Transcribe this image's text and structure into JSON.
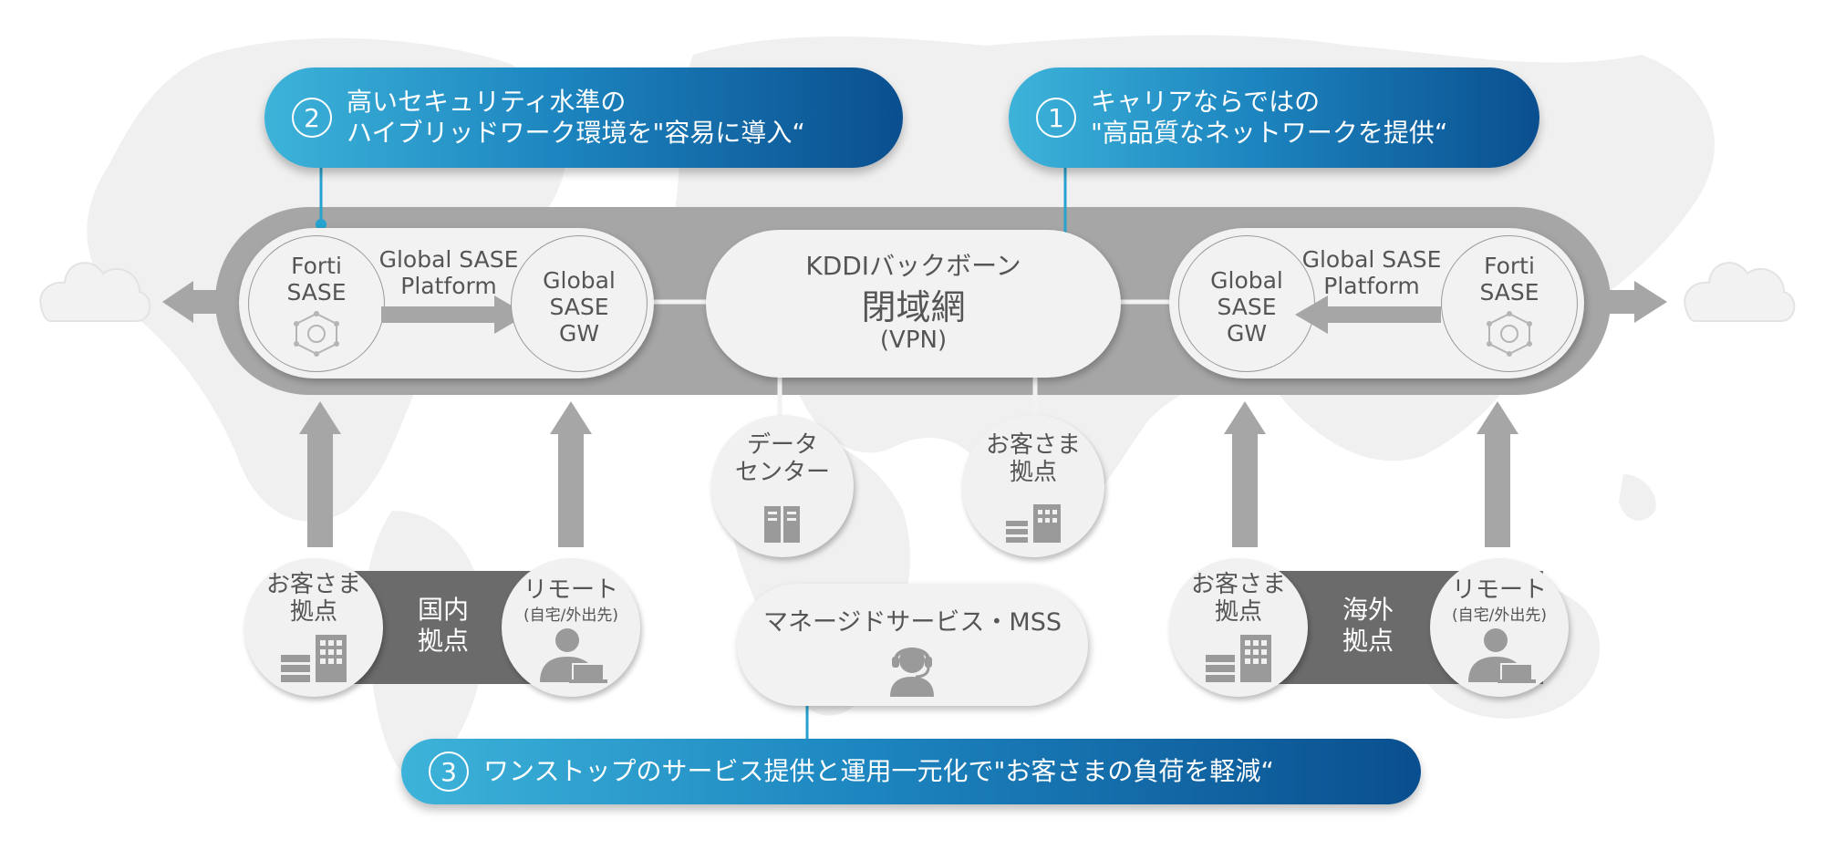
{
  "callouts": [
    {
      "num": "2",
      "line1": "高いセキュリティ水準の",
      "line2": "ハイブリッドワーク環境を\"容易に導入“"
    },
    {
      "num": "1",
      "line1": "キャリアならではの",
      "line2": "\"高品質なネットワークを提供“"
    },
    {
      "num": "3",
      "line1": "ワンストップのサービス提供と運用一元化で\"お客さまの負荷を軽減“"
    }
  ],
  "backbone": {
    "line1": "KDDIバックボーン",
    "line2": "閉域網",
    "line3": "(VPN)"
  },
  "left_unit": {
    "forti": [
      "Forti",
      "SASE"
    ],
    "platform": [
      "Global SASE",
      "Platform"
    ],
    "gw": [
      "Global",
      "SASE",
      "GW"
    ]
  },
  "right_unit": {
    "forti": [
      "Forti",
      "SASE"
    ],
    "platform": [
      "Global SASE",
      "Platform"
    ],
    "gw": [
      "Global",
      "SASE",
      "GW"
    ]
  },
  "datacenter": [
    "データ",
    "センター"
  ],
  "customer_site_top": [
    "お客さま",
    "拠点"
  ],
  "domestic": {
    "site": [
      "お客さま",
      "拠点"
    ],
    "band": [
      "国内",
      "拠点"
    ],
    "remote": "リモート",
    "remote_sub": "(自宅/外出先)"
  },
  "overseas": {
    "site": [
      "お客さま",
      "拠点"
    ],
    "band": [
      "海外",
      "拠点"
    ],
    "remote": "リモート",
    "remote_sub": "(自宅/外出先)"
  },
  "managed": "マネージドサービス・MSS",
  "colors": {
    "accent_start": "#3db3d9",
    "accent_end": "#0a4f8f",
    "arrow_gray": "#a8a8a8",
    "band_gray": "#6b6b6b"
  }
}
